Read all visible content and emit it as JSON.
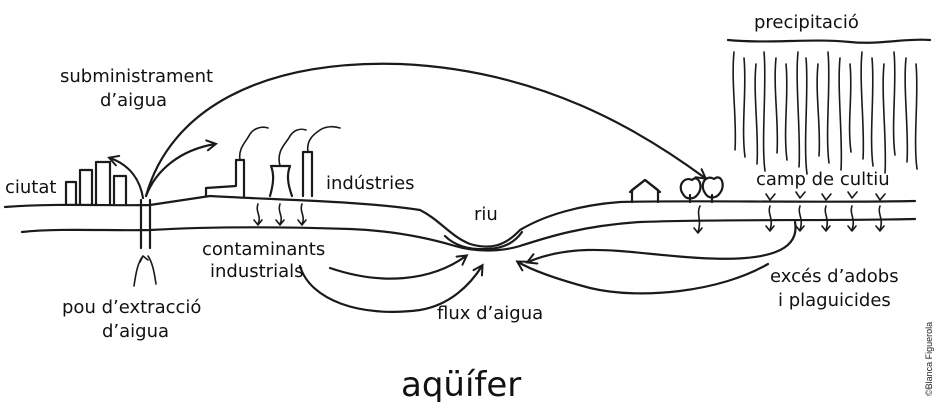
{
  "labels": {
    "precipitacio": "precipitació",
    "subministrament_1": "subministrament",
    "subministrament_2": "d’aigua",
    "ciutat": "ciutat",
    "industries": "indústries",
    "riu": "riu",
    "camp_de_cultiu": "camp de cultiu",
    "contaminants_1": "contaminants",
    "contaminants_2": "industrials",
    "exces_1": "excés d’adobs",
    "exces_2": "i plaguicides",
    "pou_1": "pou d’extracció",
    "pou_2": "d’aigua",
    "flux": "flux d’aigua",
    "aquifer": "aqüífer",
    "credit": "©Blanca Figuerola"
  }
}
